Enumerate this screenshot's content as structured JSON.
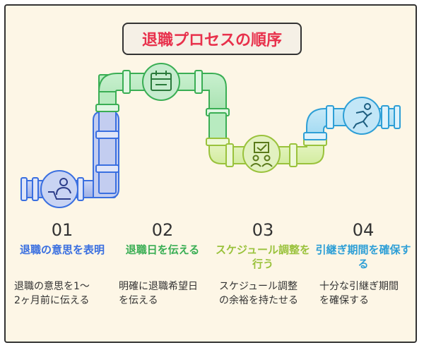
{
  "title": "退職プロセスの順序",
  "colors": {
    "title": "#e8304b",
    "step1": "#3a6fe0",
    "step2": "#3aae54",
    "step3": "#9ac23c",
    "step4": "#2e9fd6"
  },
  "steps": [
    {
      "number": "01",
      "heading": "退職の意思を表明",
      "description": "退職の意思を1〜2ヶ月前に伝える",
      "icon": "person-desk-icon"
    },
    {
      "number": "02",
      "heading": "退職日を伝える",
      "description": "明確に退職希望日を伝える",
      "icon": "calendar-icon"
    },
    {
      "number": "03",
      "heading": "スケジュール調整を行う",
      "description": "スケジュール調整の余裕を持たせる",
      "icon": "meeting-board-icon"
    },
    {
      "number": "04",
      "heading": "引継ぎ期間を確保する",
      "description": "十分な引継ぎ期間を確保する",
      "icon": "runner-icon"
    }
  ]
}
